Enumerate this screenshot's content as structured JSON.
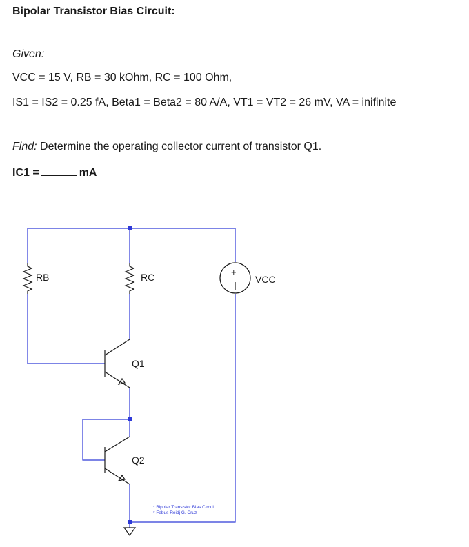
{
  "title": "Bipolar Transistor Bias Circuit:",
  "given_label": "Given:",
  "given_line1": "VCC = 15 V, RB = 30 kOhm, RC = 100 Ohm,",
  "given_line2": "IS1 = IS2 = 0.25 fA, Beta1 = Beta2 = 80 A/A, VT1 = VT2 = 26 mV, VA = inifinite",
  "find_label": "Find:",
  "find_text": " Determine the operating collector current of transistor Q1.",
  "answer_prefix": "IC1 =",
  "answer_unit": "mA",
  "schematic": {
    "rb_label": "RB",
    "rc_label": "RC",
    "q1_label": "Q1",
    "q2_label": "Q2",
    "vcc_label": "VCC",
    "plus_sign": "+",
    "note_line1": "* Bipolar Transistor Bias Circuit",
    "note_line2": "* Febus Reidj G. Cruz",
    "wire_color": "#2f3ad8"
  }
}
